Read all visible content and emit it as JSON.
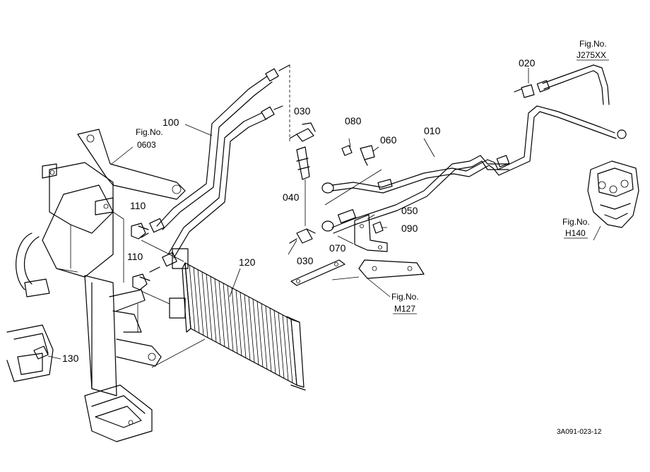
{
  "parts": [
    {
      "label": "100"
    },
    {
      "label": "030"
    },
    {
      "label": "080"
    },
    {
      "label": "060"
    },
    {
      "label": "010"
    },
    {
      "label": "020"
    },
    {
      "label": "110"
    },
    {
      "label": "040"
    },
    {
      "label": "050"
    },
    {
      "label": "090"
    },
    {
      "label": "070"
    },
    {
      "label": "110"
    },
    {
      "label": "120"
    },
    {
      "label": "030"
    },
    {
      "label": "130"
    }
  ],
  "refs": [
    {
      "prefix": "Fig.No.",
      "code": "0603"
    },
    {
      "prefix": "Fig.No.",
      "code": "J275XX"
    },
    {
      "prefix": "Fig.No.",
      "code": "H140"
    },
    {
      "prefix": "Fig.No.",
      "code": "M127"
    }
  ],
  "drawing_code": "3A091-023-12"
}
